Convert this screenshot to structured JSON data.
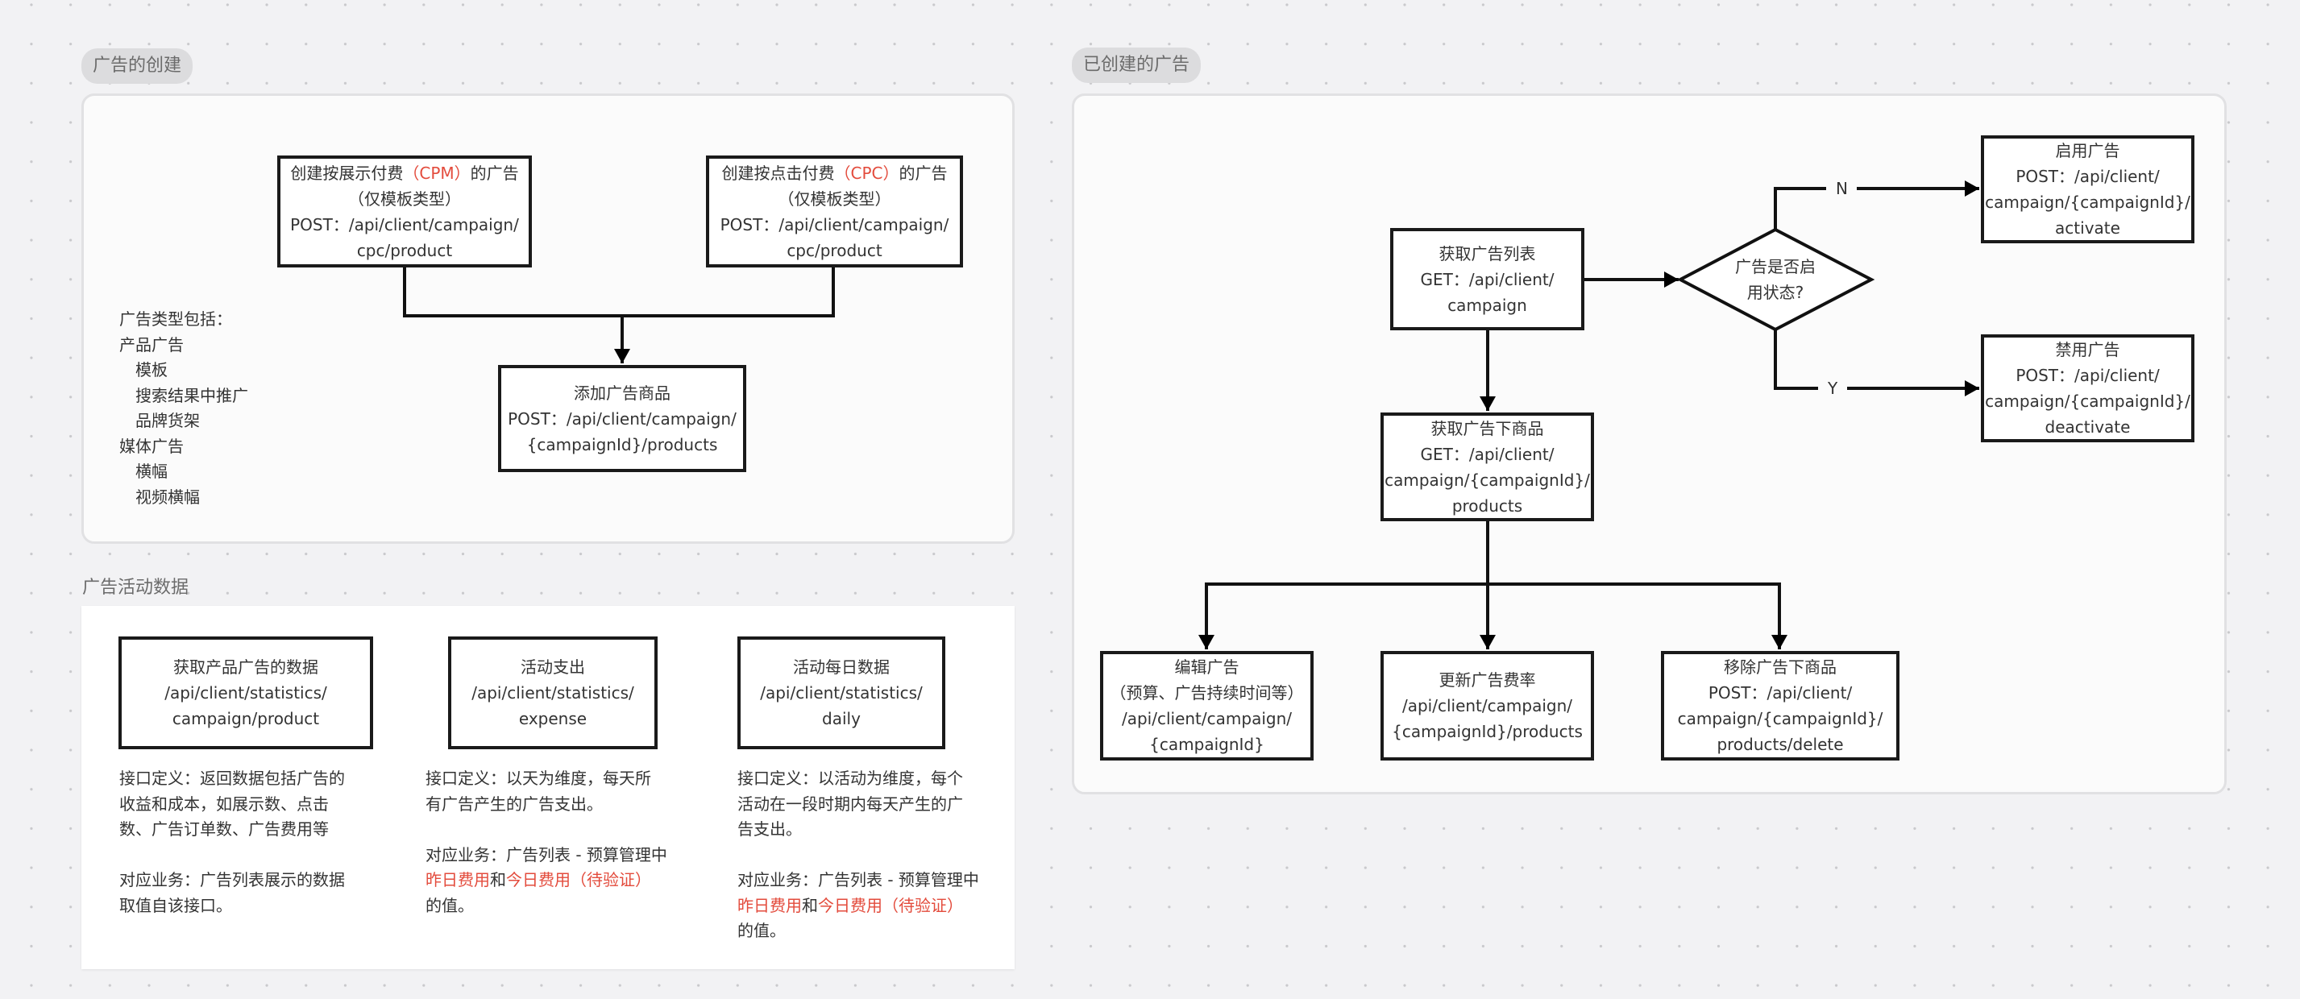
{
  "sections": {
    "creation": {
      "title": "广告的创建",
      "cpm_box": {
        "line1_prefix": "创建按展示付费",
        "line1_highlight": "（CPM）",
        "line1_suffix": "的广告",
        "line2": "（仅模板类型）",
        "line3": "POST：/api/client/campaign/",
        "line4": "cpc/product"
      },
      "cpc_box": {
        "line1_prefix": "创建按点击付费",
        "line1_highlight": "（CPC）",
        "line1_suffix": "的广告",
        "line2": "（仅模板类型）",
        "line3": "POST：/api/client/campaign/",
        "line4": "cpc/product"
      },
      "add_box": {
        "line1": "添加广告商品",
        "line2": "POST：/api/client/campaign/",
        "line3": "{campaignId}/products"
      },
      "ad_types": {
        "heading": "广告类型包括：",
        "groups": [
          {
            "name": "产品广告",
            "items": [
              "模板",
              "搜索结果中推广",
              "品牌货架"
            ]
          },
          {
            "name": "媒体广告",
            "items": [
              "横幅",
              "视频横幅"
            ]
          }
        ]
      }
    },
    "statistics": {
      "title": "广告活动数据",
      "cards": [
        {
          "box": [
            "获取产品广告的数据",
            "/api/client/statistics/",
            "campaign/product"
          ],
          "definition": [
            "接口定义：返回数据包括广告的",
            "收益和成本，如展示数、点击",
            "数、广告订单数、广告费用等"
          ],
          "business": [
            "对应业务：广告列表展示的数据",
            "取值自该接口。"
          ]
        },
        {
          "box": [
            "活动支出",
            "/api/client/statistics/",
            "expense"
          ],
          "definition": [
            "接口定义：以天为维度，每天所",
            "有广告产生的广告支出。"
          ],
          "business_line1": "对应业务：广告列表 - 预算管理中",
          "business_red1": "昨日费用",
          "business_and": "和",
          "business_red2": "今日费用（待验证）",
          "business_end": "的值。"
        },
        {
          "box": [
            "活动每日数据",
            "/api/client/statistics/",
            "daily"
          ],
          "definition": [
            "接口定义：以活动为维度，每个",
            "活动在一段时期内每天产生的广",
            "告支出。"
          ],
          "business_line1": "对应业务：广告列表 - 预算管理中",
          "business_red1": "昨日费用",
          "business_and": "和",
          "business_red2": "今日费用（待验证）",
          "business_end": "的值。"
        }
      ]
    },
    "existing": {
      "title": "已创建的广告",
      "list_box": [
        "获取广告列表",
        "GET：/api/client/",
        "campaign"
      ],
      "decision": [
        "广告是否启",
        "用状态?"
      ],
      "branch_no": "N",
      "branch_yes": "Y",
      "activate_box": [
        "启用广告",
        "POST：/api/client/",
        "campaign/{campaignId}/",
        "activate"
      ],
      "deactivate_box": [
        "禁用广告",
        "POST：/api/client/",
        "campaign/{campaignId}/",
        "deactivate"
      ],
      "products_box": [
        "获取广告下商品",
        "GET：/api/client/",
        "campaign/{campaignId}/",
        "products"
      ],
      "edit_box": [
        "编辑广告",
        "（预算、广告持续时间等）",
        "/api/client/campaign/",
        "{campaignId}"
      ],
      "rate_box": [
        "更新广告费率",
        "/api/client/campaign/",
        "{campaignId}/products"
      ],
      "remove_box": [
        "移除广告下商品",
        "POST：/api/client/",
        "campaign/{campaignId}/",
        "products/delete"
      ]
    }
  },
  "colors": {
    "highlight": "#e34b3c",
    "line": "#1a1a1a",
    "background": "#f2f2f4"
  }
}
